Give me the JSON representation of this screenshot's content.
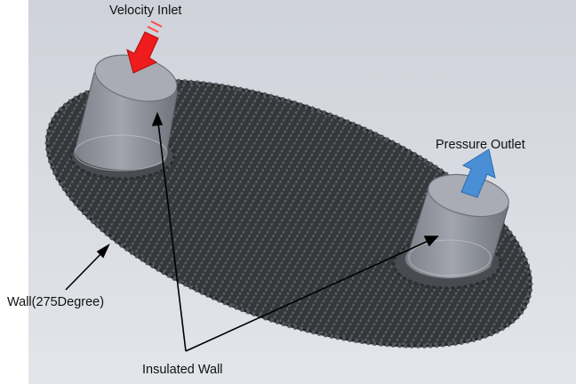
{
  "labels": {
    "velocity_inlet": "Velocity Inlet",
    "pressure_outlet": "Pressure Outlet",
    "wall": "Wall(275Degree)",
    "insulated_wall": "Insulated Wall"
  },
  "colors": {
    "viewport_background": "#d8dbe3",
    "page_background": "#ffffff",
    "plate": "#3b3c40",
    "plate_rib": "#5e6066",
    "cylinder": "#8d9099",
    "cylinder_top": "#a9acb5",
    "inlet_arrow": "#ee1c1c",
    "outlet_arrow": "#4a8fd6",
    "leader": "#000000"
  }
}
